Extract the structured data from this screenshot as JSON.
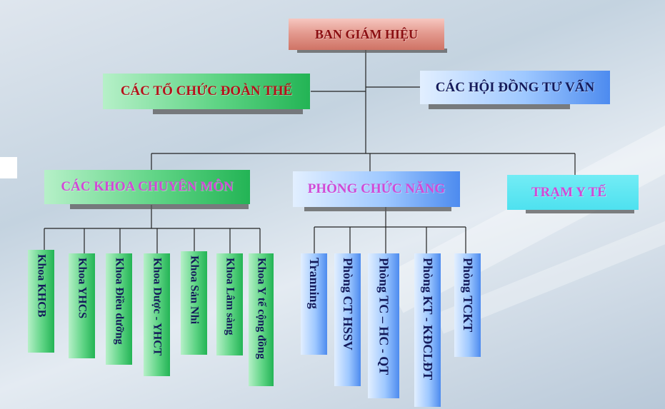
{
  "chart": {
    "top": "BAN GIÁM HIỆU",
    "left_branch": "CÁC TỔ CHỨC ĐOÀN THỂ",
    "right_branch": "CÁC HỘI ĐỒNG TƯ VẤN",
    "level2": {
      "khoa": "CÁC KHOA CHUYÊN MÔN",
      "phong": "PHÒNG CHỨC NĂNG",
      "tram": "TRẠM Y TẾ"
    },
    "khoa_units": [
      "Khoa KHCB",
      "Khoa YHCS",
      "Khoa Điều dưỡng",
      "Khoa Dược - YHCT",
      "Khoa Sản Nhi",
      "Khoa Lâm sàng",
      "Khoa Y tế cộng đồng"
    ],
    "phong_units": [
      "Tranning",
      "Phòng CT HSSV",
      "Phòng TC – HC - QT",
      "Phòng KT - KĐCLĐT",
      "Phòng TCKT"
    ]
  },
  "colors": {
    "connector": "#222222",
    "top_text": "#8b0f12",
    "red_text": "#b3121a",
    "magenta_text": "#d04ad6",
    "navy_text": "#141a5a"
  }
}
